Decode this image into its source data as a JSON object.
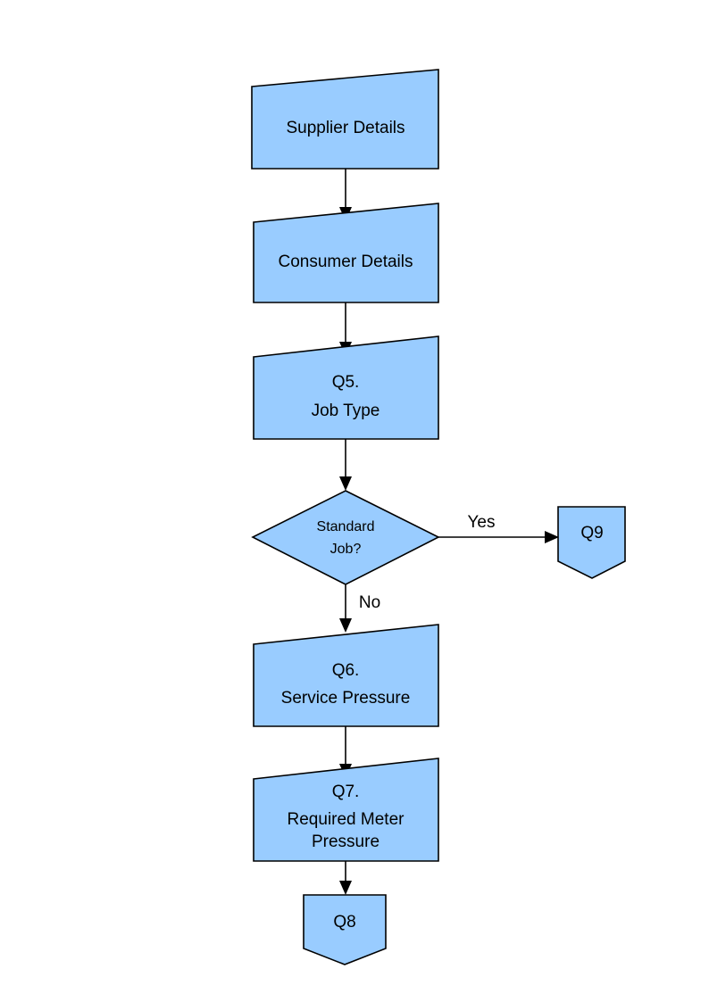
{
  "diagram": {
    "type": "flowchart",
    "orientation": "top-to-bottom",
    "background_color": "#ffffff",
    "node_fill_color": "#99ccff",
    "node_stroke_color": "#000000",
    "text_color": "#000000",
    "nodes": [
      {
        "id": "supplier-details",
        "shape": "slanted-top-box",
        "label": "Supplier Details",
        "lines": [
          "Supplier Details"
        ]
      },
      {
        "id": "consumer-details",
        "shape": "slanted-top-box",
        "label": "Consumer Details",
        "lines": [
          "Consumer Details"
        ]
      },
      {
        "id": "q5-job-type",
        "shape": "slanted-top-box",
        "label": "Q5. Job Type",
        "lines": [
          "Q5.",
          "Job Type"
        ]
      },
      {
        "id": "standard-job-decision",
        "shape": "diamond",
        "label": "Standard Job?",
        "lines": [
          "Standard",
          "Job?"
        ]
      },
      {
        "id": "q9",
        "shape": "pentagon-down",
        "label": "Q9",
        "lines": [
          "Q9"
        ]
      },
      {
        "id": "q6-service-pressure",
        "shape": "slanted-top-box",
        "label": "Q6. Service Pressure",
        "lines": [
          "Q6.",
          "Service Pressure"
        ]
      },
      {
        "id": "q7-required-meter-pressure",
        "shape": "slanted-top-box",
        "label": "Q7. Required Meter Pressure",
        "lines": [
          "Q7.",
          "Required Meter",
          "Pressure"
        ]
      },
      {
        "id": "q8",
        "shape": "pentagon-down",
        "label": "Q8",
        "lines": [
          "Q8"
        ]
      }
    ],
    "edges": [
      {
        "id": "e1",
        "from": "supplier-details",
        "to": "consumer-details",
        "label": ""
      },
      {
        "id": "e2",
        "from": "consumer-details",
        "to": "q5-job-type",
        "label": ""
      },
      {
        "id": "e3",
        "from": "q5-job-type",
        "to": "standard-job-decision",
        "label": ""
      },
      {
        "id": "e4",
        "from": "standard-job-decision",
        "to": "q9",
        "label": "Yes"
      },
      {
        "id": "e5",
        "from": "standard-job-decision",
        "to": "q6-service-pressure",
        "label": "No"
      },
      {
        "id": "e6",
        "from": "q6-service-pressure",
        "to": "q7-required-meter-pressure",
        "label": ""
      },
      {
        "id": "e7",
        "from": "q7-required-meter-pressure",
        "to": "q8",
        "label": ""
      }
    ]
  },
  "labels": {
    "supplier_details": "Supplier Details",
    "consumer_details": "Consumer Details",
    "q5_line1": "Q5.",
    "q5_line2": "Job Type",
    "decision_line1": "Standard",
    "decision_line2": "Job?",
    "q9": "Q9",
    "q6_line1": "Q6.",
    "q6_line2": "Service Pressure",
    "q7_line1": "Q7.",
    "q7_line2": "Required Meter",
    "q7_line3": "Pressure",
    "q8": "Q8",
    "edge_yes": "Yes",
    "edge_no": "No"
  }
}
